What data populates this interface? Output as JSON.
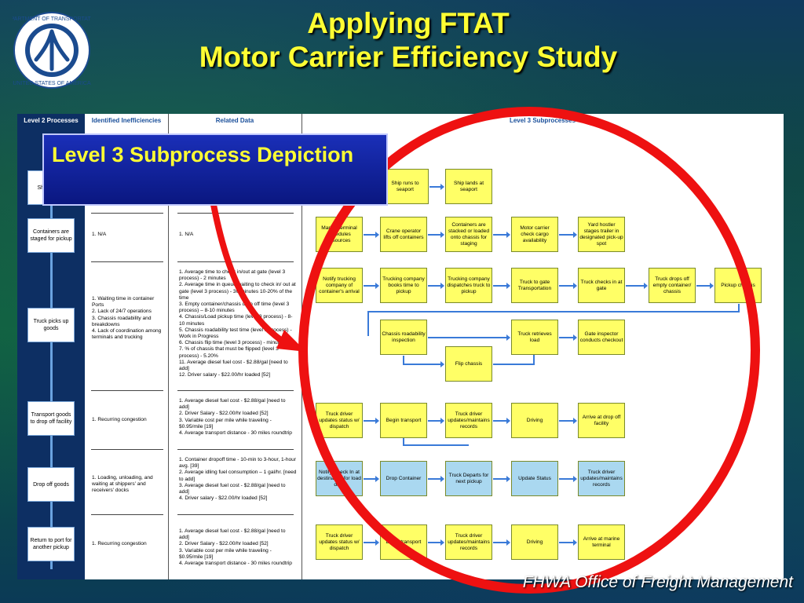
{
  "header": {
    "title_line1": "Applying FTAT",
    "title_line2": "Motor Carrier Efficiency Study"
  },
  "footer": {
    "text": "FHWA Office of Freight Management"
  },
  "callout": {
    "text": "Level 3 Subprocess Depiction"
  },
  "table": {
    "col_level2": "Level 2 Processes",
    "col_inefficiencies": "Identified Inefficiencies",
    "col_related": "Related Data",
    "col_level3": "Level 3 Subprocesses",
    "processes": [
      "Ship goods",
      "Containers are staged for pickup",
      "Truck picks up goods",
      "Transport goods to drop off facility",
      "Drop off goods",
      "Return to port for another pickup"
    ],
    "inefficiencies": [
      "",
      "1. N/A",
      "1. Waiting time in container Ports\n2. Lack of 24/7 operations\n3. Chassis roadability and breakdowns\n4. Lack of coordination among terminals and trucking",
      "1. Recurring congestion",
      "1. Loading, unloading, and waiting at shippers' and receivers' docks",
      "1. Recurring congestion"
    ],
    "related": [
      "",
      "1. N/A",
      "1. Average time to check in/out at gate (level 3 process) - 2 minutes\n2. Average time in queue waiting to check in/ out at gate (level 3 process) - 30 minutes 10-20% of the time\n3. Empty container/chassis drop off time (level 3 process) – 8-10 minutes\n4. Chassis/Load pickup time (level 3 process) - 8-10 minutes\n5. Chassis roadability test time (level 3 process) - Work in Progress\n6. Chassis flip time (level 3 process) - minutes\n7. % of chassis that must be flipped (level 3 process) - 5.20%\n11. Average diesel fuel cost - $2.88/gal [need to add]\n12. Driver salary - $22.00/hr loaded [52]",
      "1. Average diesel fuel cost - $2.88/gal [need to add]\n2. Driver Salary - $22.00/hr loaded [52]\n3. Variable cost per mile while traveling - $0.95/mile [19]\n4. Average transport distance - 30 miles roundtrip",
      "1. Container dropoff time - 10-min to 3-hour, 1-hour avg. [39]\n2. Average idling fuel consumption – 1 gal/hr. [need to add]\n3. Average diesel fuel cost - $2.88/gal [need to add]\n4. Driver salary - $22.00/hr loaded [52]",
      "1. Average diesel fuel cost - $2.88/gal [need to add]\n2. Driver Salary - $22.00/hr loaded [52]\n3. Variable cost per mile while traveling - $0.95/mile [19]\n4. Average transport distance - 30 miles roundtrip"
    ]
  },
  "subprocesses": {
    "r1": [
      "Ship runs to seaport",
      "Ship lands at seaport"
    ],
    "r2": [
      "Marine terminal schedules resources",
      "Crane operator lifts off containers",
      "Containers are stacked or loaded onto chassis for staging",
      "Motor carrier check cargo availability",
      "Yard hostler stages trailer in designated pick-up spot"
    ],
    "r3": [
      "Notify trucking company of container's arrival",
      "Trucking company books time to pickup",
      "Trucking company dispatches truck to pickup",
      "Truck to gate Transportation",
      "Truck checks in at gate",
      "Truck drops off empty container/ chassis",
      "Pickup chassis"
    ],
    "r4": [
      "Chassis roadability inspection",
      "Truck retrieves load",
      "Gate inspector conducts checkout",
      "Flip chassis"
    ],
    "r5": [
      "Truck driver updates status w/ dispatch",
      "Begin transport",
      "Truck driver updates/maintains records",
      "Driving",
      "Arrive at drop off facility"
    ],
    "r6": [
      "Notify Check In at destination for load drop",
      "Drop Container",
      "Truck Departs for next pickup",
      "Update Status",
      "Truck driver updates/maintains records"
    ],
    "r7": [
      "Truck driver updates status w/ dispatch",
      "Begin transport",
      "Truck driver updates/maintains records",
      "Driving",
      "Arrive at marine terminal"
    ]
  },
  "colors": {
    "title": "#ffff33",
    "box": "#ffff66",
    "arrow": "#3a7ad8",
    "circle": "#ee1111",
    "callout_bg": "#1a2fb8"
  }
}
